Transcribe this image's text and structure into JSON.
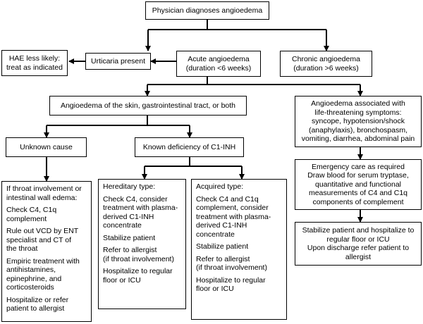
{
  "nodes": {
    "physician": {
      "lines": [
        "Physician diagnoses angioedema"
      ]
    },
    "urticaria": {
      "lines": [
        "Urticaria present"
      ]
    },
    "hae_less_likely": {
      "lines": [
        "HAE less likely:",
        "treat as indicated"
      ]
    },
    "acute": {
      "lines": [
        "Acute angioedema",
        "(duration <6 weeks)"
      ]
    },
    "chronic": {
      "lines": [
        "Chronic angioedema",
        "(duration >6 weeks)"
      ]
    },
    "skin_gi": {
      "lines": [
        "Angioedema of the skin, gastrointestinal tract, or both"
      ]
    },
    "life_threatening": {
      "lines": [
        "Angioedema associated  with",
        "life-threatening symptoms:",
        "syncope, hypotension/shock",
        "(anaphylaxis), bronchospasm,",
        "vomiting, diarrhea, abdominal pain"
      ]
    },
    "unknown_cause": {
      "lines": [
        "Unknown cause"
      ]
    },
    "known_deficiency": {
      "lines": [
        "Known deficiency of  C1-INH"
      ]
    },
    "emergency_care": {
      "lines": [
        "Emergency care as required",
        "Draw blood for serum tryptase,",
        "quantitative and functional",
        "measurements of C4 and C1q",
        "components of complement"
      ]
    },
    "stabilize_hospitalize": {
      "lines": [
        "Stabilize patient and hospitalize to",
        "regular floor or ICU",
        "Upon discharge refer patient to",
        "allergist"
      ]
    },
    "unknown_details": {
      "paragraphs": [
        [
          "If throat involvement or",
          "intestinal wall edema:"
        ],
        [
          "Check C4, C1q",
          "complement"
        ],
        [
          "Rule out VCD by ENT",
          "specialist and CT of",
          "the throat"
        ],
        [
          "Empiric treatment with",
          "antihistamines,",
          "epinephrine, and",
          "corticosteroids"
        ],
        [
          "Hospitalize or refer",
          "patient to allergist"
        ]
      ]
    },
    "hereditary": {
      "paragraphs": [
        [
          "Hereditary type:"
        ],
        [
          "Check C4, consider",
          "treatment with plasma-",
          "derived C1-INH",
          "concentrate"
        ],
        [
          "Stabilize patient"
        ],
        [
          "Refer to allergist",
          "(if throat involvement)"
        ],
        [
          "Hospitalize to regular",
          "floor or ICU"
        ]
      ]
    },
    "acquired": {
      "paragraphs": [
        [
          "Acquired type:"
        ],
        [
          "Check C4 and C1q",
          "complement, consider",
          "treatment with plasma-",
          "derived C1-INH",
          "concentrate"
        ],
        [
          "Stabilize patient"
        ],
        [
          "Refer to allergist",
          "(if throat involvement)"
        ],
        [
          "Hospitalize to regular",
          "floor or ICU"
        ]
      ]
    }
  }
}
